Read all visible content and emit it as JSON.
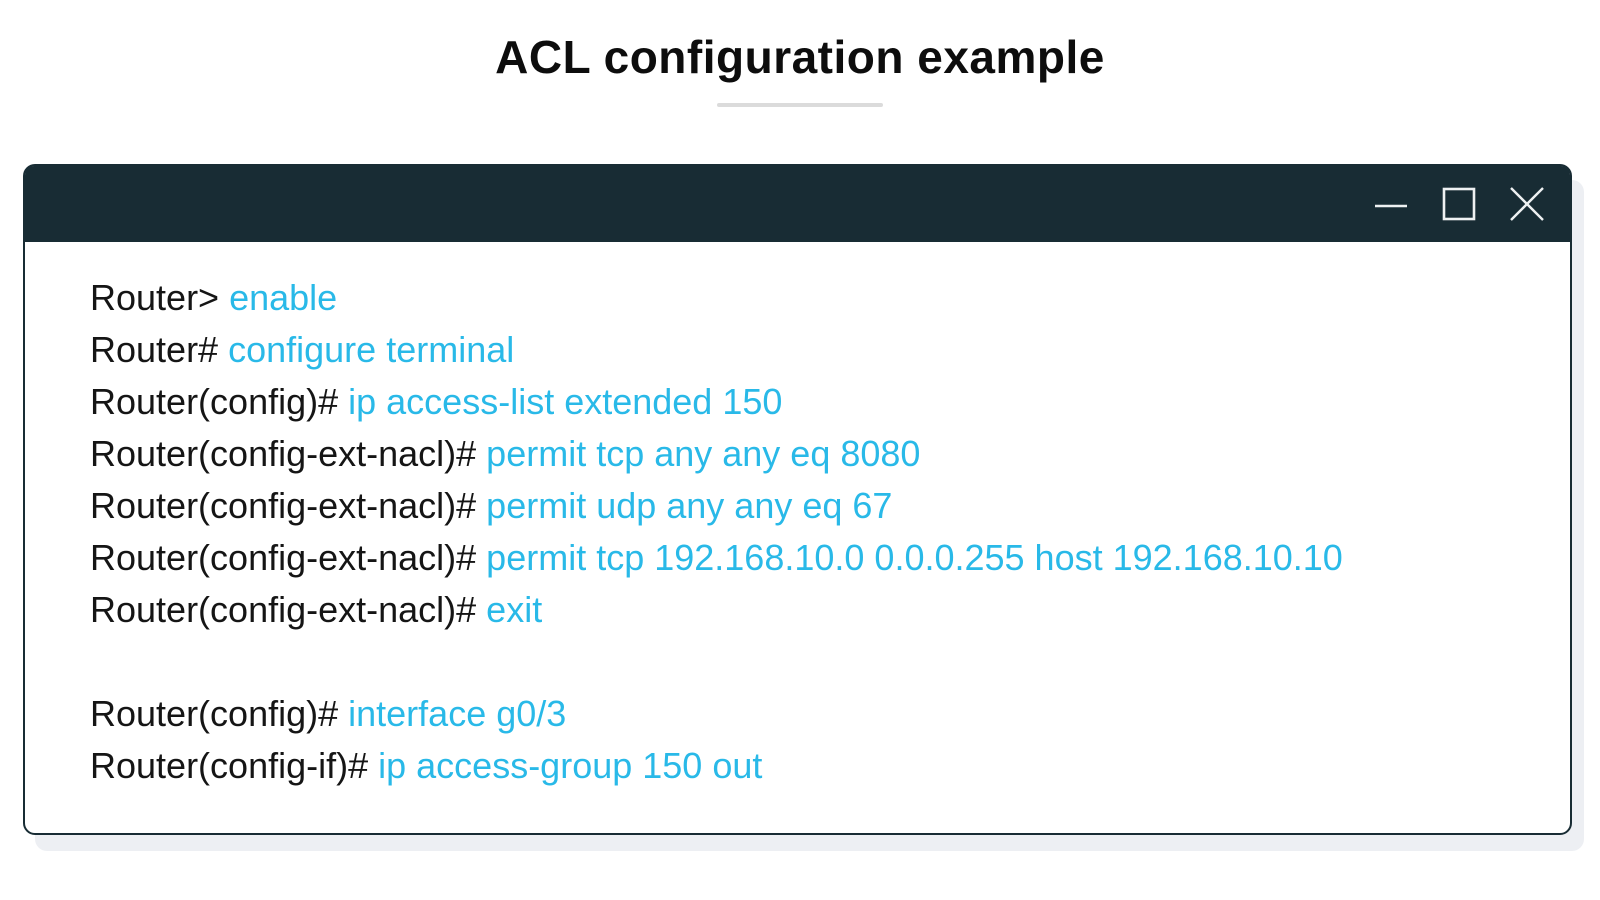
{
  "header": {
    "title": "ACL configuration example"
  },
  "window": {
    "controls": [
      {
        "name": "minimize"
      },
      {
        "name": "maximize"
      },
      {
        "name": "close"
      }
    ]
  },
  "terminal": {
    "lines": [
      {
        "prompt": "Router>",
        "command": "enable"
      },
      {
        "prompt": "Router#",
        "command": "configure terminal"
      },
      {
        "prompt": "Router(config)#",
        "command": "ip access-list extended 150"
      },
      {
        "prompt": "Router(config-ext-nacl)#",
        "command": "permit tcp any any eq 8080"
      },
      {
        "prompt": "Router(config-ext-nacl)#",
        "command": "permit udp any any eq 67"
      },
      {
        "prompt": "Router(config-ext-nacl)#",
        "command": "permit tcp 192.168.10.0 0.0.0.255 host 192.168.10.10"
      },
      {
        "prompt": "Router(config-ext-nacl)#",
        "command": "exit"
      },
      {
        "prompt": "",
        "command": ""
      },
      {
        "prompt": "Router(config)#",
        "command": "interface g0/3"
      },
      {
        "prompt": "Router(config-if)#",
        "command": "ip access-group 150 out"
      }
    ]
  },
  "colors": {
    "titlebar": "#182c34",
    "prompt_text": "#151515",
    "command_text": "#29b9e8",
    "divider": "#dbdbdb",
    "window_shadow": "#edeff3"
  }
}
